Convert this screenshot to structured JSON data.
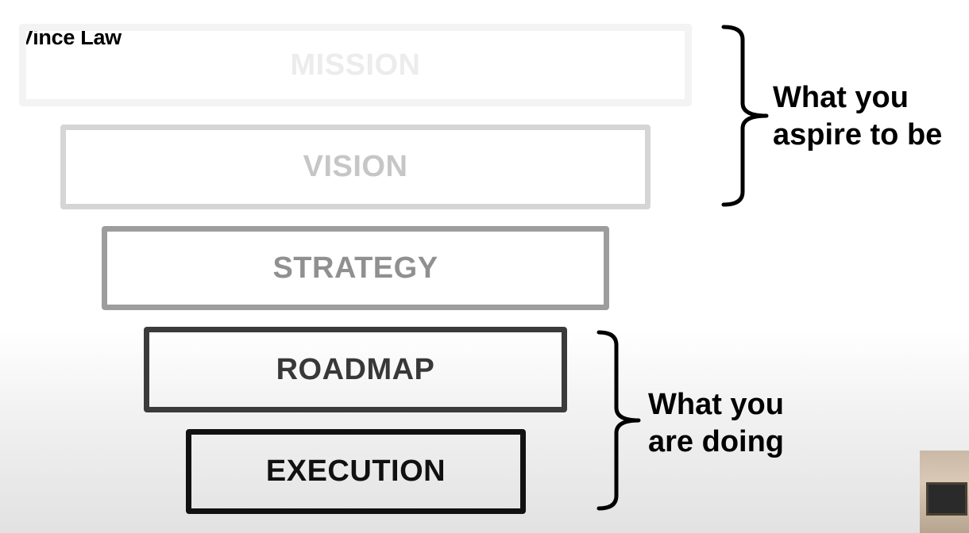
{
  "author": "Vince Law",
  "levels": [
    {
      "label": "MISSION"
    },
    {
      "label": "VISION"
    },
    {
      "label": "STRATEGY"
    },
    {
      "label": "ROADMAP"
    },
    {
      "label": "EXECUTION"
    }
  ],
  "groups": {
    "aspire": {
      "line1": "What you",
      "line2": "aspire to be"
    },
    "doing": {
      "line1": "What you",
      "line2": "are doing"
    }
  }
}
